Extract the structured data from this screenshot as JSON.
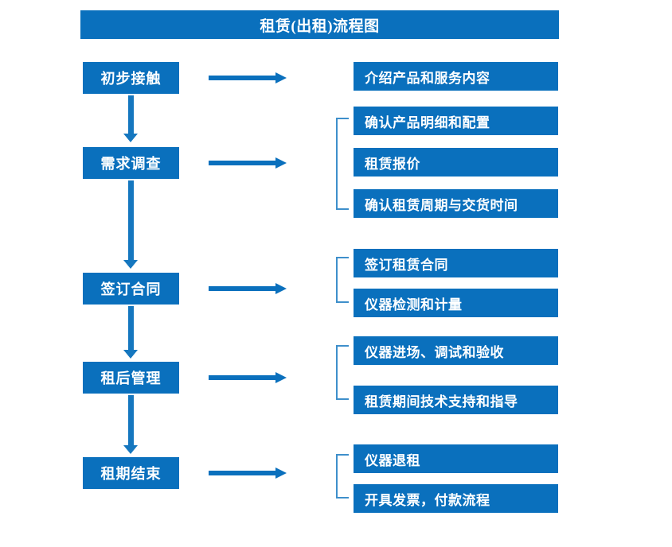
{
  "title": "租赁(出租)流程图",
  "theme": {
    "primary_blue": "#0A70BD",
    "arrow_blue": "#1577BF",
    "bracket_blue": "#3E8FCB",
    "background": "#FFFFFF",
    "text_on_blue": "#FFFFFF"
  },
  "stages": [
    {
      "label": "初步接触"
    },
    {
      "label": "需求调查"
    },
    {
      "label": "签订合同"
    },
    {
      "label": "租后管理"
    },
    {
      "label": "租期结束"
    }
  ],
  "details": [
    {
      "label": "介绍产品和服务内容"
    },
    {
      "label": "确认产品明细和配置"
    },
    {
      "label": "租赁报价"
    },
    {
      "label": "确认租赁周期与交货时间"
    },
    {
      "label": "签订租赁合同"
    },
    {
      "label": "仪器检测和计量"
    },
    {
      "label": "仪器进场、调试和验收"
    },
    {
      "label": "租赁期间技术支持和指导"
    },
    {
      "label": "仪器退租"
    },
    {
      "label": "开具发票，付款流程"
    }
  ],
  "connectors": {
    "horizontal_arrow_count": 5,
    "vertical_arrow_count": 4,
    "bracket_count": 4
  }
}
